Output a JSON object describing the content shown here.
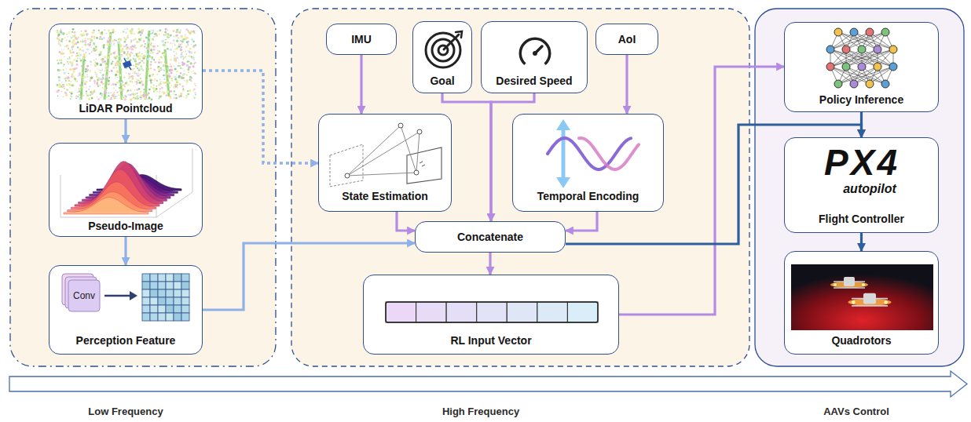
{
  "diagram": {
    "nodes": [
      {
        "text": [
          "Low Frequency"
        ]
      },
      {
        "text": [
          "LiDAR Pointcloud"
        ],
        "in": 0
      },
      {
        "text": [
          "Pseudo-Image"
        ],
        "in": 0
      },
      {
        "text": [
          "Perception Feature"
        ],
        "in": 0
      },
      {
        "text": [
          "High Frequency"
        ]
      },
      {
        "text": [
          "IMU"
        ],
        "in": 4
      },
      {
        "text": [
          "Goal"
        ],
        "in": 4
      },
      {
        "text": [
          "Desired Speed"
        ],
        "in": 4
      },
      {
        "text": [
          "AoI"
        ],
        "in": 4
      },
      {
        "text": [
          "State Estimation"
        ],
        "in": 4
      },
      {
        "text": [
          "Temporal Encoding"
        ],
        "in": 4
      },
      {
        "text": [
          "Concatenate"
        ],
        "in": 4
      },
      {
        "text": [
          "RL Input Vector"
        ],
        "in": 4
      },
      {
        "text": [
          "AAVs Control"
        ]
      },
      {
        "text": [
          "Policy Inference"
        ],
        "in": 13
      },
      {
        "text": [
          "Flight Controller"
        ],
        "in": 13
      },
      {
        "text": [
          "Quadrotors"
        ],
        "in": 13
      }
    ],
    "edges": [
      {
        "from": 1,
        "to": 2,
        "arrow": "to"
      },
      {
        "from": 2,
        "to": 3,
        "arrow": "to"
      },
      {
        "from": 1,
        "to": 9,
        "arrow": "to"
      },
      {
        "from": 3,
        "to": 11,
        "arrow": "to"
      },
      {
        "from": 5,
        "to": 9,
        "arrow": "to"
      },
      {
        "from": 6,
        "to": 11,
        "arrow": "to"
      },
      {
        "from": 7,
        "to": 11,
        "arrow": "to"
      },
      {
        "from": 8,
        "to": 10,
        "arrow": "to"
      },
      {
        "from": 9,
        "to": 11,
        "arrow": "to"
      },
      {
        "from": 10,
        "to": 11,
        "arrow": "to"
      },
      {
        "from": 11,
        "to": 12,
        "arrow": "to"
      },
      {
        "from": 12,
        "to": 14,
        "arrow": "to"
      },
      {
        "from": 11,
        "to": 15,
        "arrow": "to"
      },
      {
        "from": 14,
        "to": 15,
        "arrow": "to"
      },
      {
        "from": 15,
        "to": 16,
        "arrow": "to"
      }
    ],
    "labels": [
      "Conv",
      "PX4",
      "autopilot"
    ]
  }
}
